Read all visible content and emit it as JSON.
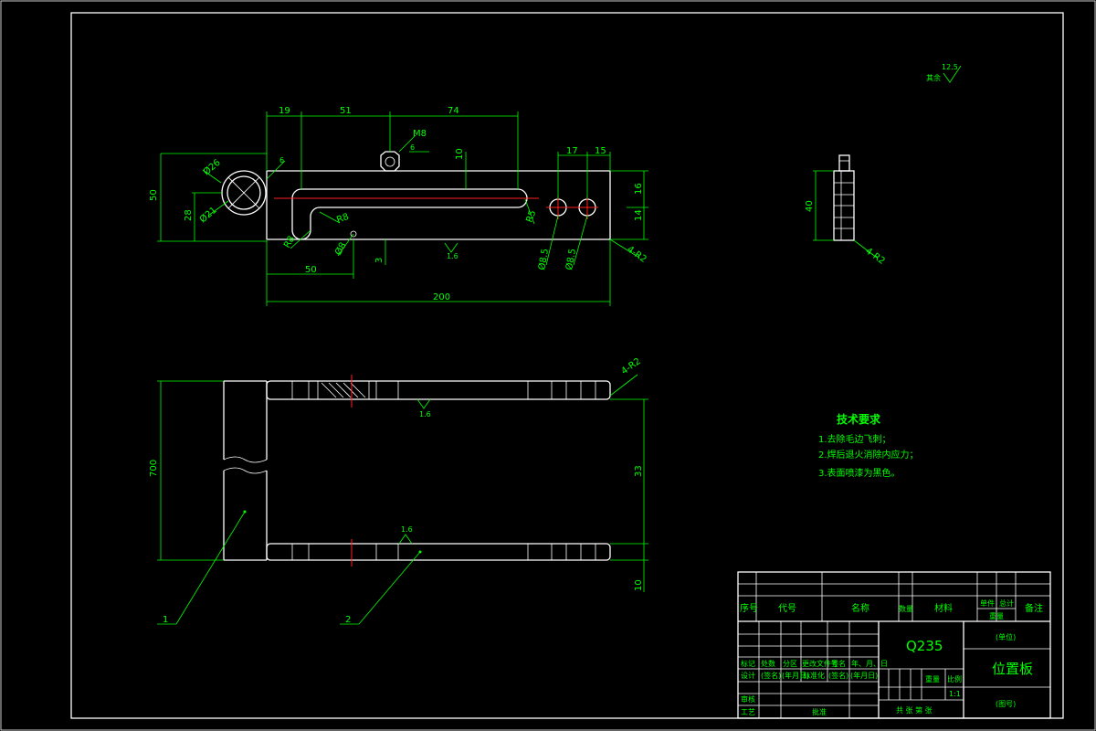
{
  "colors": {
    "background": "#000000",
    "outline": "#ffffff",
    "dimension": "#00ff00",
    "centerline": "#ff2020"
  },
  "top_view": {
    "dims": {
      "d19": "19",
      "d51": "51",
      "d74": "74",
      "d17": "17",
      "d15": "15",
      "d50h": "50",
      "d28": "28",
      "d10": "10",
      "d16": "16",
      "d14": "14",
      "d50": "50",
      "d200": "200",
      "d3": "3",
      "d40": "40"
    },
    "labels": {
      "m8": "M8",
      "phi26": "Ø26",
      "phi21": "Ø21",
      "r8a": "R8",
      "r8b": "R8",
      "r5": "R5",
      "phi8": "Ø8",
      "phi8_5a": "Ø8.5",
      "phi8_5b": "Ø8.5",
      "r2a": "4-R2",
      "r2b": "4-R2",
      "six_a": "6",
      "six_b": "6",
      "rough": "1.6"
    }
  },
  "side_view": {
    "dims": {
      "d700": "700",
      "d33": "33",
      "d10": "10"
    },
    "labels": {
      "rough1": "1.6",
      "rough2": "1.6",
      "r2": "4-R2"
    },
    "leaders": {
      "part1": "1",
      "part2": "2"
    }
  },
  "corner_roughness": {
    "label": "其余",
    "value": "12.5"
  },
  "tech_requirements": {
    "title": "技术要求",
    "items": [
      "1.去除毛边飞刺；",
      "2.焊后退火消除内应力；",
      "3.表面喷漆为黑色。"
    ]
  },
  "title_block": {
    "headers": {
      "seq": "序号",
      "code": "代号",
      "name": "名称",
      "qty": "数量",
      "material": "材料",
      "single": "单件",
      "total": "总计",
      "weight": "重量",
      "remarks": "备注"
    },
    "material_value": "Q235",
    "unit_name": "(单位)",
    "drawing_name": "位置板",
    "drawing_no": "(图号)",
    "revision": {
      "mark": "标记",
      "count": "处数",
      "zone": "分区",
      "doc": "更改文件号",
      "sign": "签名",
      "date": "年、月、日"
    },
    "rows": {
      "design": "设计",
      "signname": "(签名)",
      "ymd": "(年月日)",
      "std": "标准化",
      "signname2": "(签名)",
      "ymd2": "(年月日)",
      "check": "审核",
      "process": "工艺",
      "approve": "批准"
    },
    "stage": {
      "weight": "重量",
      "scale": "比例",
      "scale_value": "1:1"
    },
    "sheets": "共 张 第 张"
  }
}
